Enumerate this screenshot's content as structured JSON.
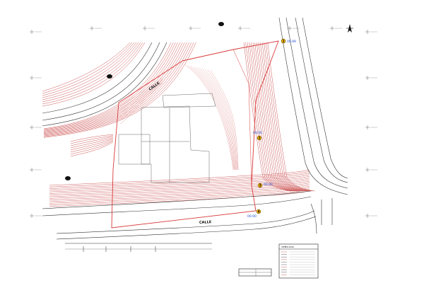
{
  "street_labels": [
    "CALLE",
    "CALLE"
  ],
  "survey_points": [
    {
      "number": "1",
      "code": "00.99"
    },
    {
      "number": "2",
      "code": "00.00"
    },
    {
      "number": "3",
      "code": "00.00"
    },
    {
      "number": "4",
      "code": "00.00"
    }
  ],
  "legend": {
    "title": "SIMBOLOGÍA",
    "rows": [
      "",
      "",
      "",
      "",
      "",
      "",
      "",
      "",
      "",
      ""
    ]
  },
  "colors": {
    "contour": "#c84444",
    "contour_light": "#e08a8a",
    "boundary": "#d93a3a",
    "linework": "#333333",
    "survey_blue": "#1a4fd0",
    "marker_fill": "#f2b400"
  },
  "icons": [
    "north-arrow-icon",
    "grid-cross-icon",
    "survey-marker-icon"
  ]
}
